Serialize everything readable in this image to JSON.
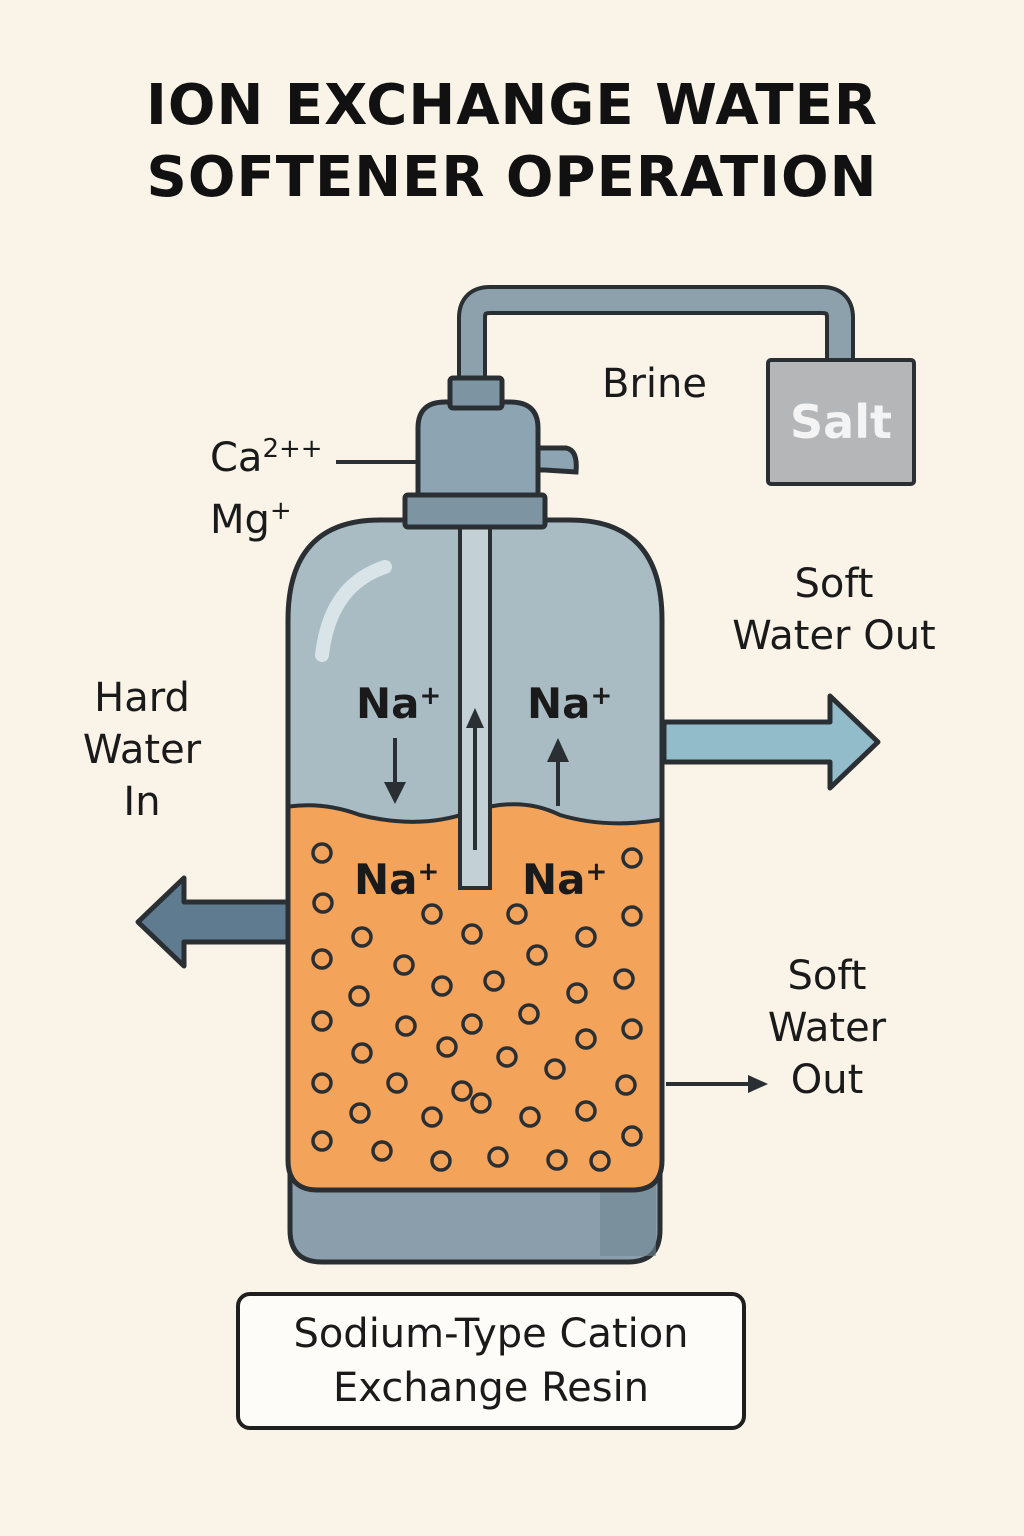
{
  "title": {
    "line1": "ION EXCHANGE WATER",
    "line2": "SOFTENER OPERATION"
  },
  "labels": {
    "brine": "Brine",
    "salt": "Salt",
    "ca_ion": {
      "symbol": "Ca",
      "charge": "2++"
    },
    "mg_ion": {
      "symbol": "Mg",
      "charge": "+"
    },
    "soft_water_out_top": [
      "Soft",
      "Water Out"
    ],
    "hard_water_in": [
      "Hard",
      "Water",
      "In"
    ],
    "soft_water_out_bottom": [
      "Soft",
      "Water",
      "Out"
    ]
  },
  "ions": [
    {
      "symbol": "Na",
      "charge": "+"
    },
    {
      "symbol": "Na",
      "charge": "+"
    },
    {
      "symbol": "Na",
      "charge": "+"
    },
    {
      "symbol": "Na",
      "charge": "+"
    }
  ],
  "caption": {
    "line1": "Sodium-Type Cation",
    "line2": "Exchange Resin"
  },
  "colors": {
    "background": "#faf3e8",
    "tank_water": "#a9bcc4",
    "tank_shell": "#8a9fab",
    "resin": "#f4a35a",
    "resin_bead": "#e8952f",
    "pipe": "#8da1ad",
    "arrow_out": "#93bccb",
    "arrow_in": "#5f7b8f",
    "salt_box": "#b4b6b8"
  }
}
